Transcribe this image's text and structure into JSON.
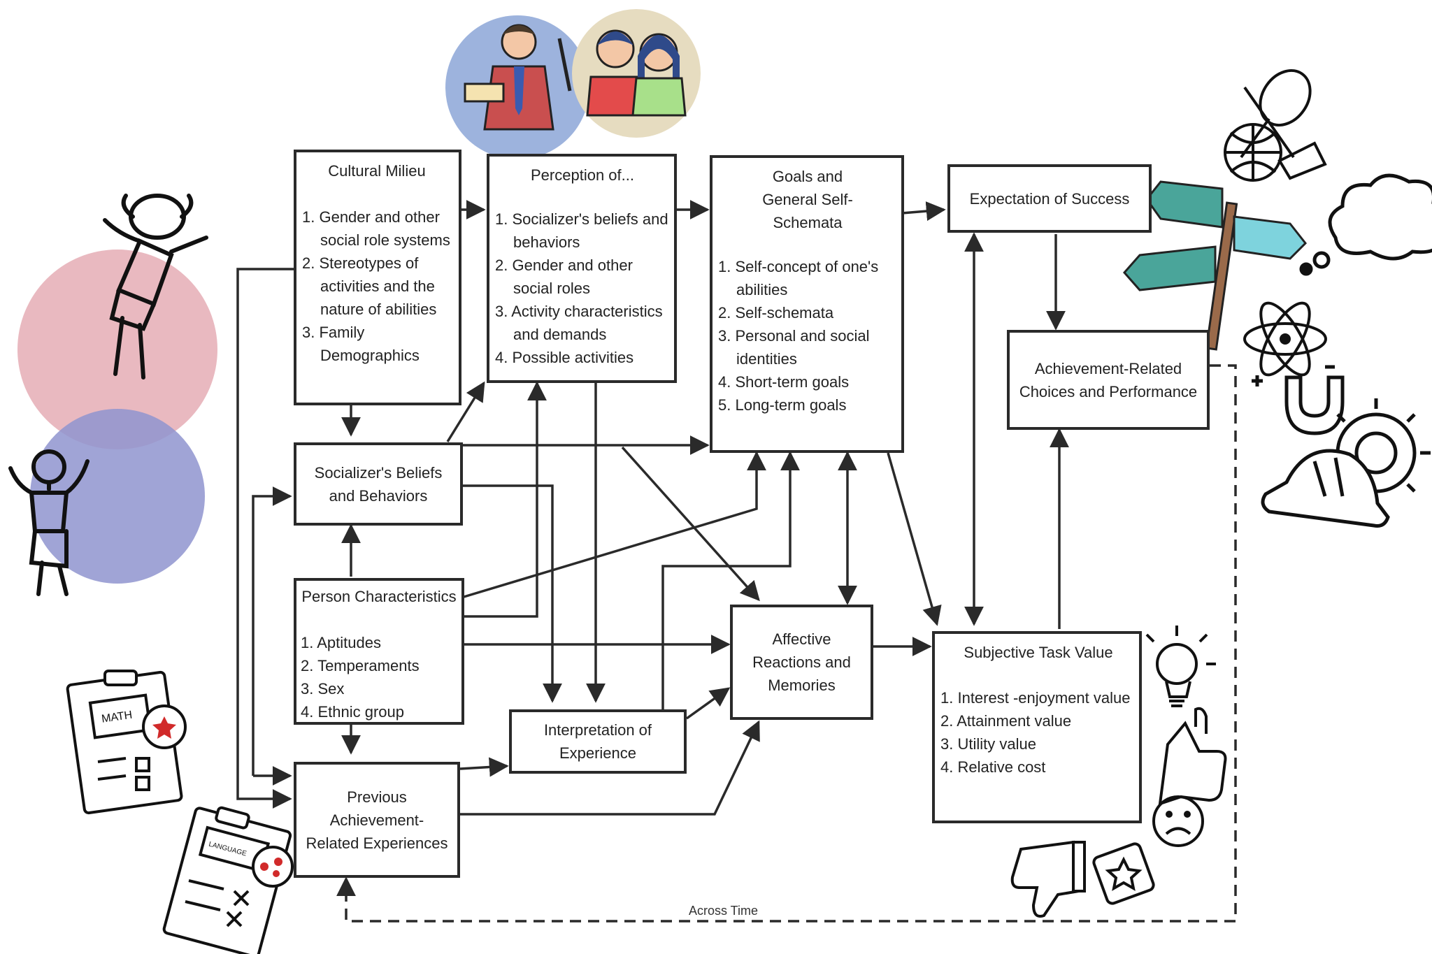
{
  "boxes": {
    "cultural_milieu": {
      "title": "Cultural Milieu",
      "items": [
        "Gender and other social role systems",
        "Stereotypes of activities and  the nature of abilities",
        "Family Demographics"
      ]
    },
    "perception_of": {
      "title": "Perception of...",
      "items": [
        "Socializer's beliefs and behaviors",
        "Gender and other social roles",
        "Activity characteristics and demands",
        "Possible activities"
      ]
    },
    "goals_self_schemata": {
      "title": "Goals and General Self-Schemata",
      "items": [
        "Self-concept of one's abilities",
        "Self-schemata",
        "Personal and social identities",
        "Short-term goals",
        "Long-term goals"
      ]
    },
    "expectation_of_success": {
      "title": "Expectation of Success"
    },
    "achievement_choices": {
      "title": "Achievement-Related Choices and Performance"
    },
    "socializer_beliefs": {
      "title": "Socializer's  Beliefs and  Behaviors"
    },
    "person_characteristics": {
      "title": "Person Characteristics",
      "items": [
        "Aptitudes",
        "Temperaments",
        "Sex",
        "Ethnic group"
      ]
    },
    "interpretation_experience": {
      "title": "Interpretation of Experience"
    },
    "affective_reactions": {
      "title": "Affective Reactions and Memories"
    },
    "previous_experiences": {
      "title": "Previous Achievement-Related Experiences"
    },
    "subjective_task_value": {
      "title": "Subjective Task Value",
      "items": [
        "Interest -enjoyment value",
        "Attainment value",
        "Utility value",
        "Relative cost"
      ]
    }
  },
  "feedback_loop_label": "Across Time",
  "icon_labels": {
    "clipboard_top": "MATH",
    "clipboard_bottom": "LANGUAGE"
  },
  "colors": {
    "circle_pink": "#e9b9c0",
    "circle_blue": "#8f94cf",
    "teacher_circle": "#9db3dd",
    "parents_circle": "#e6dcc0",
    "signpost_teal": "#4aa59a",
    "signpost_light": "#7ed3dd",
    "signpost_pole": "#9a6a4a"
  },
  "icons": [
    "child-figure-icon",
    "child-figure-icon",
    "teacher-icon",
    "parents-icon",
    "sports-equipment-icon",
    "signpost-icon",
    "thought-cloud-icon",
    "atom-icon",
    "magnet-icon",
    "gear-icon",
    "hard-hat-icon",
    "lightbulb-icon",
    "thumbs-up-icon",
    "sad-face-icon",
    "thumbs-down-icon",
    "star-card-icon",
    "math-clipboard-icon",
    "language-clipboard-icon"
  ]
}
